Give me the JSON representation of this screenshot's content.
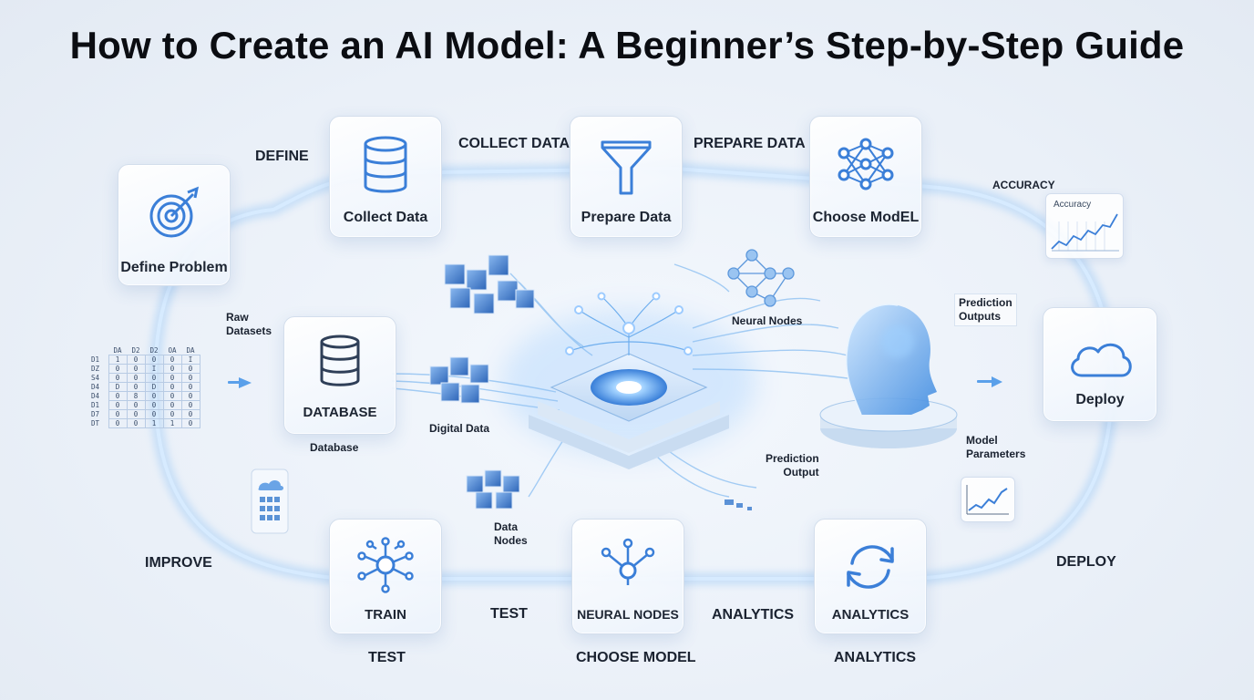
{
  "title": "How to Create an AI Model: A Beginner’s Step-by-Step Guide",
  "cards": {
    "define": "Define Problem",
    "collect": "Collect Data",
    "prepare": "Prepare Data",
    "choose": "Choose ModEL",
    "database": "DATABASE",
    "deploy": "Deploy",
    "train": "TRAIN",
    "neural": "NEURAL NODES",
    "analytics": "ANALYTICS"
  },
  "flow_labels": {
    "define": "DEFINE",
    "collect_data": "COLLECT DATA",
    "prepare_data": "PREPARE DATA",
    "accuracy": "ACCURACY",
    "improve": "IMPROVE",
    "deploy": "DEPLOY",
    "test_mid": "TEST",
    "analytics_mid": "ANALYTICS",
    "test_below": "TEST",
    "choose_model_below": "CHOOSE MODEL",
    "analytics_below": "ANALYTICS"
  },
  "annotations": {
    "raw_datasets_1": "Raw",
    "raw_datasets_2": "Datasets",
    "database": "Database",
    "digital_data": "Digital Data",
    "neural_nodes": "Neural Nodes",
    "prediction_outputs_1": "Prediction",
    "prediction_outputs_2": "Outputs",
    "prediction_output_1": "Prediction",
    "prediction_output_2": "Output",
    "model_parameters_1": "Model",
    "model_parameters_2": "Parameters",
    "data_nodes_1": "Data",
    "data_nodes_2": "Nodes",
    "accuracy_chart_label": "Accuracy"
  },
  "raw_table": {
    "headers": [
      "",
      "DA",
      "D2",
      "D2",
      "OA",
      "DA"
    ],
    "rows": [
      [
        "D1",
        "1",
        "0",
        "0",
        "0",
        "I"
      ],
      [
        "DZ",
        "0",
        "0",
        "I",
        "0",
        "0"
      ],
      [
        "S4",
        "0",
        "0",
        "0",
        "0",
        "0"
      ],
      [
        "D4",
        "D",
        "0",
        "D",
        "0",
        "0"
      ],
      [
        "D4",
        "0",
        "8",
        "0",
        "0",
        "0"
      ],
      [
        "D1",
        "0",
        "0",
        "0",
        "0",
        "0"
      ],
      [
        "D7",
        "0",
        "0",
        "0",
        "0",
        "0"
      ],
      [
        "DT",
        "0",
        "0",
        "1",
        "1",
        "0"
      ]
    ]
  },
  "colors": {
    "accent": "#3b7fd8",
    "glow": "#8fc3f4",
    "card_border": "#d3deec",
    "title": "#0b0d12"
  }
}
